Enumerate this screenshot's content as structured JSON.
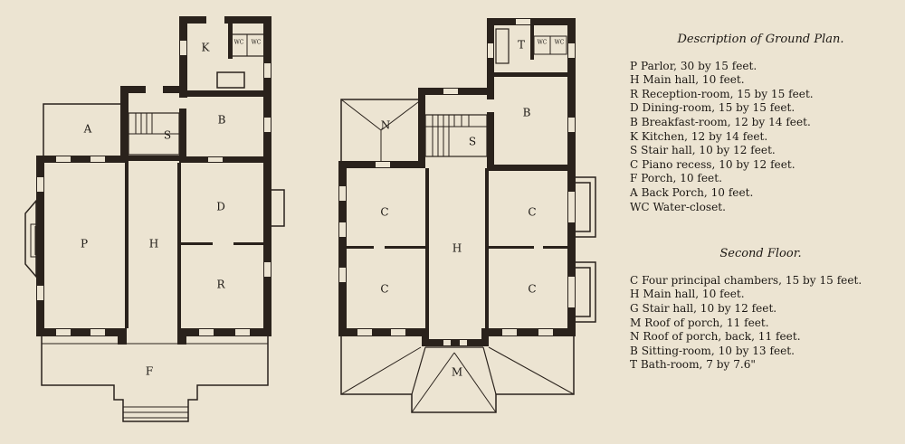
{
  "ground_plan": {
    "heading": "Description of Ground Plan.",
    "rooms": {
      "kitchen": "K",
      "wc_1": "WC",
      "wc_2": "WC",
      "back_porch": "A",
      "stair": "S",
      "breakfast": "B",
      "dining": "D",
      "parlor": "P",
      "hall": "H",
      "reception": "R",
      "porch": "F"
    },
    "legend": [
      "P Parlor, 30 by 15 feet.",
      "H Main hall, 10 feet.",
      "R Reception-room, 15 by 15 feet.",
      "D Dining-room, 15 by 15 feet.",
      "B Breakfast-room, 12 by 14 feet.",
      "K Kitchen, 12 by 14 feet.",
      "S Stair hall, 10 by 12 feet.",
      "C Piano recess, 10 by 12 feet.",
      "F Porch, 10 feet.",
      "A Back Porch, 10 feet.",
      "WC Water-closet."
    ]
  },
  "second_floor": {
    "heading": "Second Floor.",
    "rooms": {
      "bath": "T",
      "wc_1": "WC",
      "wc_2": "WC",
      "roof_back": "N",
      "stair": "S",
      "sitting": "B",
      "chamber_1": "C",
      "chamber_2": "C",
      "chamber_3": "C",
      "chamber_4": "C",
      "hall": "H",
      "roof_porch": "M"
    },
    "legend": [
      "C Four principal chambers, 15 by 15 feet.",
      "H Main hall, 10 feet.",
      "G Stair hall, 10 by 12 feet.",
      "M Roof of porch, 11 feet.",
      "N Roof of porch, back, 11 feet.",
      "B Sitting-room, 10 by 13 feet.",
      "T Bath-room, 7 by 7.6\""
    ]
  }
}
